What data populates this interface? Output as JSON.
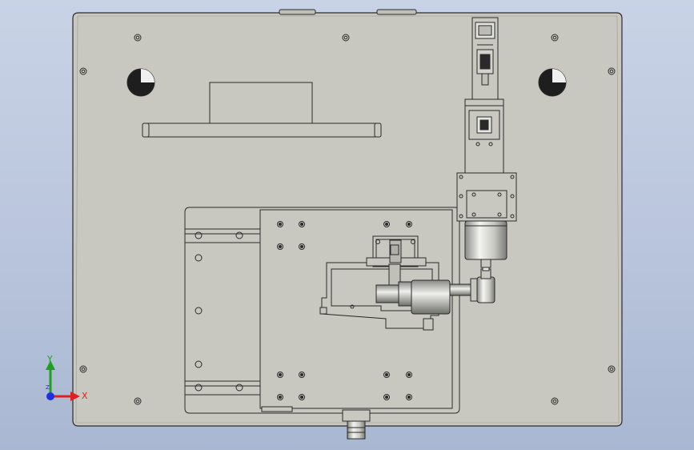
{
  "viewport": {
    "background_top": "#c9d3e6",
    "background_bottom": "#a9b7d2",
    "plate_color": "#c8c8c0",
    "part_color": "#d2d2ca",
    "edge_color": "#2a2a2a"
  },
  "triad": {
    "x_label": "X",
    "y_label": "Y",
    "z_label": "Z",
    "x_color": "#e02020",
    "y_color": "#20a020",
    "z_color": "#2030e0"
  }
}
